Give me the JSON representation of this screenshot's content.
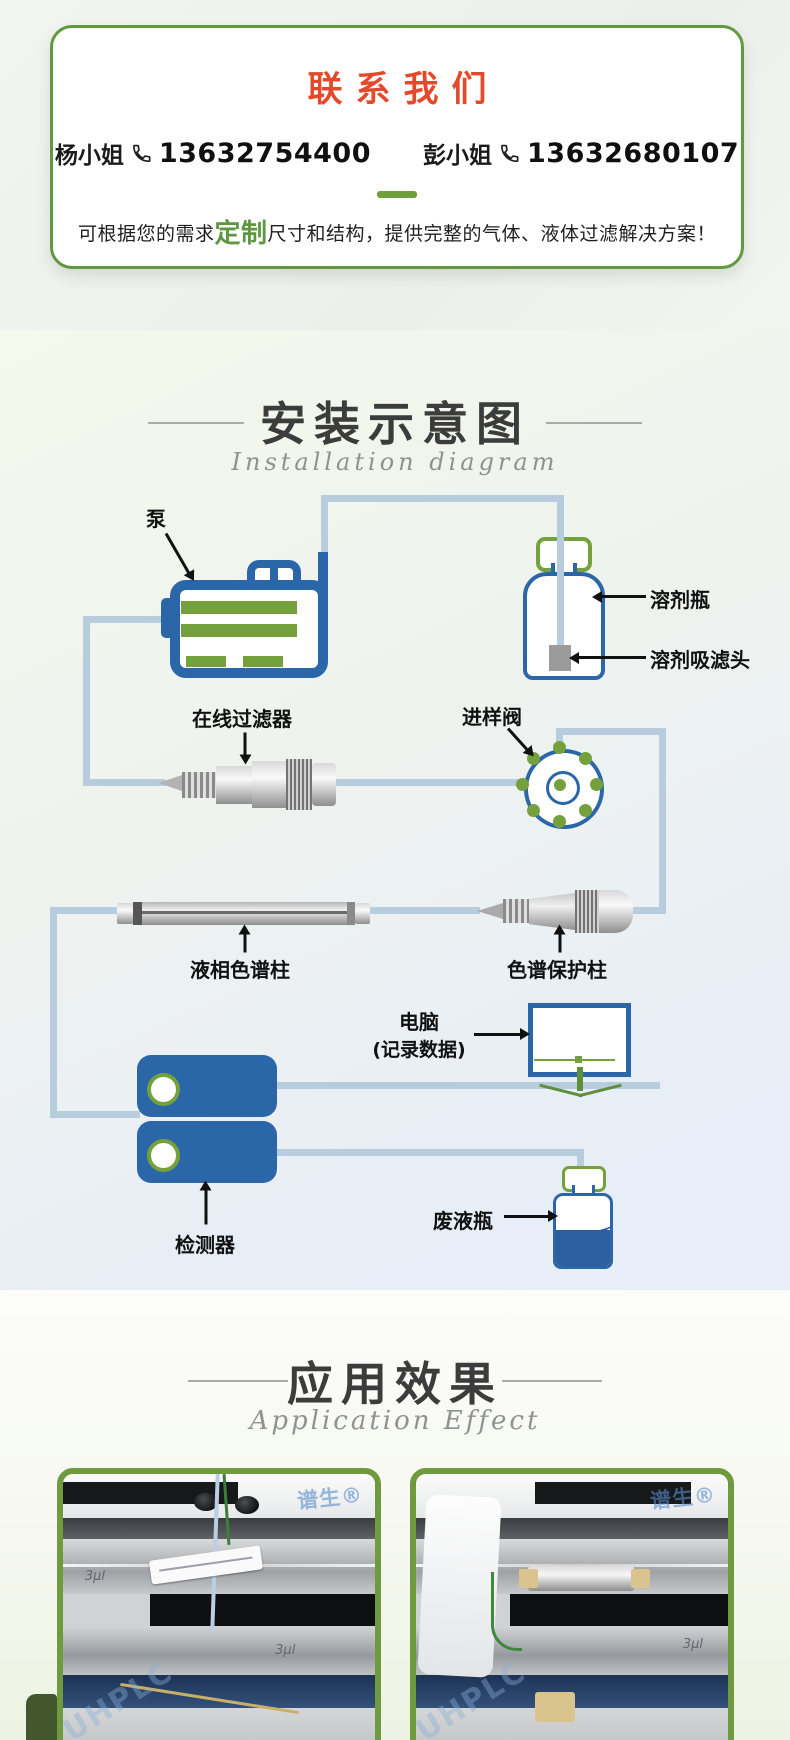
{
  "contact": {
    "title": "联系我们",
    "contacts": [
      {
        "name": "杨小姐",
        "phone": "13632754400"
      },
      {
        "name": "彭小姐",
        "phone": "13632680107"
      }
    ],
    "note": {
      "prefix": "可根据您的需求",
      "highlight": "定制",
      "suffix": "尺寸和结构，提供完整的气体、液体过滤解决方案！"
    }
  },
  "installation": {
    "title": "安装示意图",
    "subtitle": "Installation diagram",
    "labels": {
      "pump": "泵",
      "solvent_bottle": "溶剂瓶",
      "solvent_filter": "溶剂吸滤头",
      "inline_filter": "在线过滤器",
      "injection_valve": "进样阀",
      "hplc_column": "液相色谱柱",
      "guard_column": "色谱保护柱",
      "computer_line1": "电脑",
      "computer_line2": "(记录数据)",
      "detector": "检测器",
      "waste_bottle": "废液瓶"
    }
  },
  "application": {
    "title": "应用效果",
    "subtitle": "Application Effect",
    "photo_watermark": "谱生®",
    "photo_watermark2": "UHPLC",
    "photo_marking": "3μl"
  },
  "colors": {
    "accent_green": "#619a3e",
    "title_red": "#e34a2c",
    "diagram_blue": "#2b67a8",
    "pipe_blue": "#b7cddd"
  }
}
